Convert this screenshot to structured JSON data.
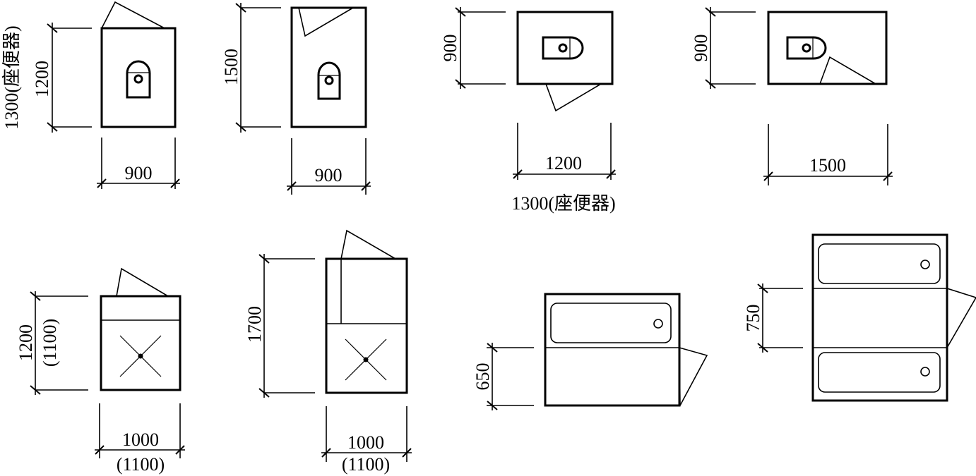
{
  "drawing": {
    "toilet_a": {
      "height": "1200",
      "height_alt": "1300(座便器)",
      "width": "900"
    },
    "toilet_b": {
      "height": "1500",
      "width": "900"
    },
    "toilet_c": {
      "height": "900",
      "width": "1200",
      "width_alt": "1300(座便器)"
    },
    "toilet_d": {
      "height": "900",
      "width": "1500"
    },
    "shower_a": {
      "height": "1200",
      "height_alt": "(1100)",
      "width": "1000",
      "width_alt": "(1100)"
    },
    "shower_b": {
      "height": "1700",
      "width": "1000",
      "width_alt": "(1100)"
    },
    "bath_a": {
      "passage": "650"
    },
    "bath_b": {
      "passage": "750"
    }
  }
}
